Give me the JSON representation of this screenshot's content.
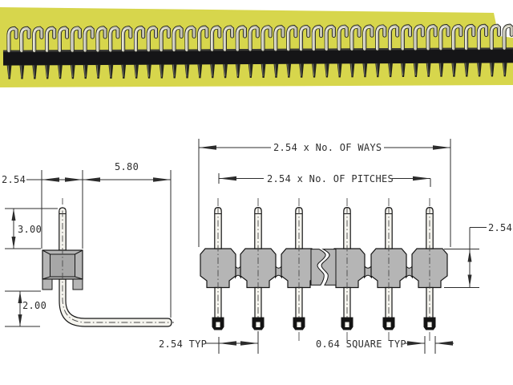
{
  "page": {
    "background": "#ffffff"
  },
  "photo": {
    "name": "right-angle pin header strip photograph",
    "pin_count": 40,
    "colors": {
      "background": "#d7d64c",
      "body": "#151517",
      "pin_metal": "#c6c5b6",
      "pin_highlight": "#f2f1e4",
      "pin_dark": "#232420"
    }
  },
  "drawing": {
    "colors": {
      "line": "#2c2c2c",
      "body_fill": "#b5b5b5",
      "body_inner": "#a7a7a7",
      "pin_fill": "#f5f4ee",
      "tip_fill": "#141414",
      "centerline": "#4a4a4a",
      "text": "#2e2e2e"
    },
    "front_view": {
      "visible_pin_count": 6
    },
    "labels": {
      "body_depth": "2.54",
      "tail_length": "5.80",
      "pin_length_top": "3.00",
      "tail_drop": "2.00",
      "overall_width": "2.54 x No. OF WAYS",
      "pitch_span": "2.54 x No. OF PITCHES",
      "body_height": "2.54",
      "pitch_typ": "2.54 TYP",
      "pin_square": "0.64 SQUARE TYP"
    }
  }
}
